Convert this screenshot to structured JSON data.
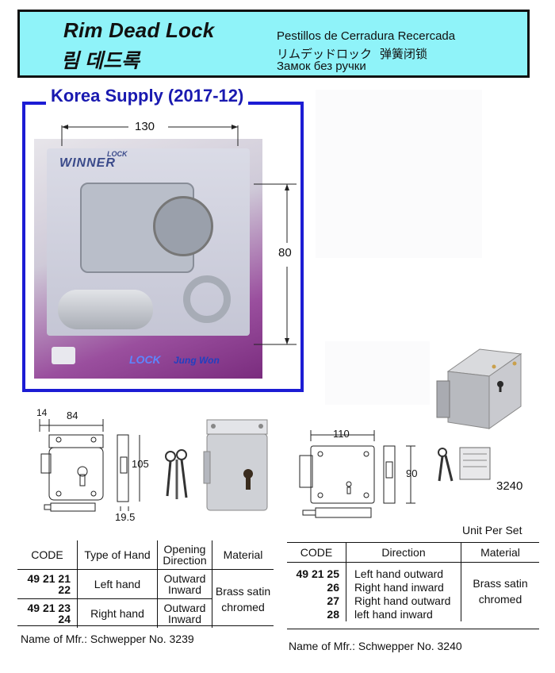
{
  "header": {
    "title_en": "Rim Dead Lock",
    "title_ko": "림 데드록",
    "translations": {
      "es": "Pestillos de Cerradura Recercada",
      "ja": "リムデッドロック",
      "zh": "弹簧闭锁",
      "ru": "Замок без ручки"
    }
  },
  "supply": {
    "label": "Korea Supply (2017-12)",
    "width_dim": "130",
    "height_dim": "80",
    "packaging": {
      "brand_top": "WINNER",
      "brand_small": "LOCK",
      "brand_bottom": "LOCK",
      "brand_bottom2": "Jung Won"
    }
  },
  "drawing1": {
    "dims": [
      "14",
      "84",
      "105",
      "19.5"
    ]
  },
  "drawing2": {
    "dims": [
      "110",
      "90"
    ],
    "model": "3240"
  },
  "unit_note": "Unit Per Set",
  "table1": {
    "headers": [
      "CODE",
      "Type of Hand",
      "Opening Direction",
      "Material"
    ],
    "header_opening": [
      "Opening",
      "Direction"
    ],
    "rows": [
      {
        "code_a": "49 21 21",
        "code_b": "22",
        "hand": "Left hand",
        "dir_a": "Outward",
        "dir_b": "Inward"
      },
      {
        "code_a": "49 21 23",
        "code_b": "24",
        "hand": "Right hand",
        "dir_a": "Outward",
        "dir_b": "Inward"
      }
    ],
    "material_a": "Brass satin",
    "material_b": "chromed",
    "mfr": "Name of Mfr.: Schwepper No. 3239"
  },
  "table2": {
    "headers": [
      "CODE",
      "Direction",
      "Material"
    ],
    "codes": [
      "49 21 25",
      "26",
      "27",
      "28"
    ],
    "directions": [
      "Left hand outward",
      "Right hand inward",
      "Right hand outward",
      "left hand inward"
    ],
    "material_a": "Brass satin",
    "material_b": "chromed",
    "mfr": "Name of Mfr.: Schwepper No. 3240"
  }
}
